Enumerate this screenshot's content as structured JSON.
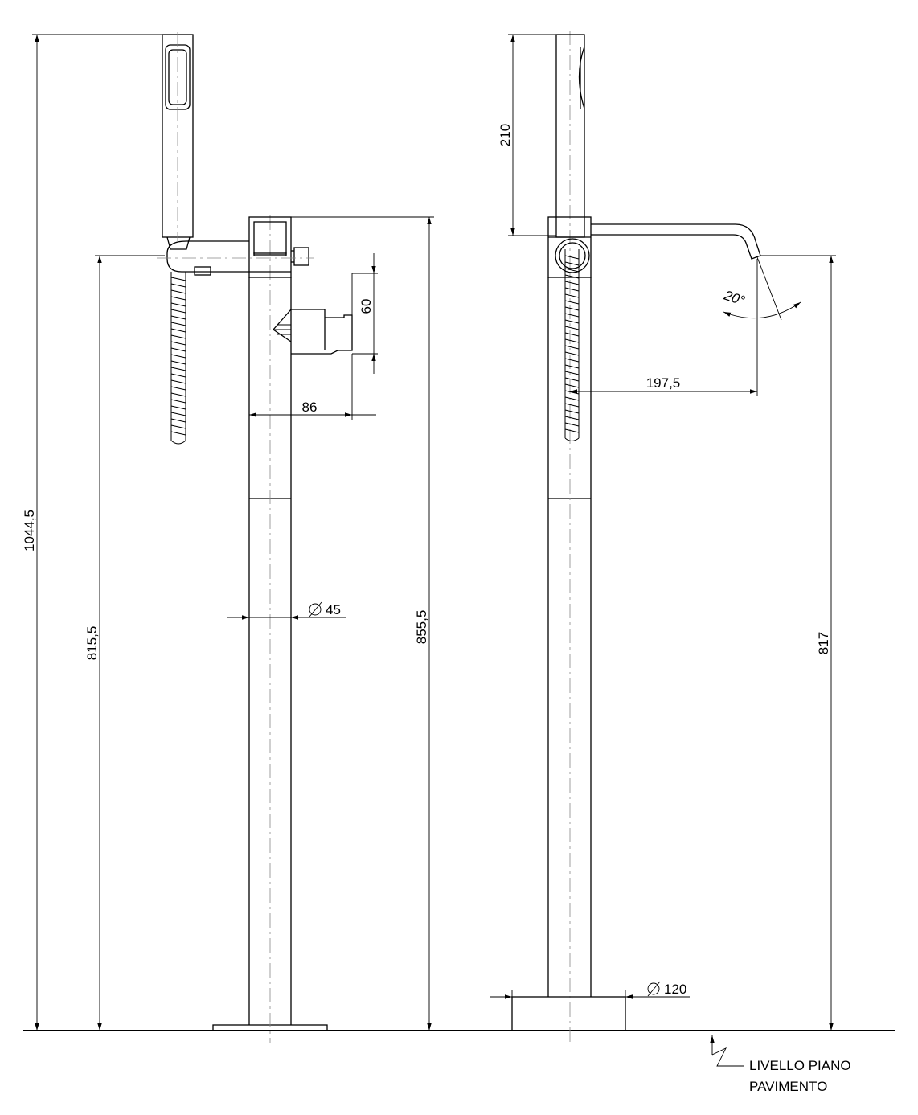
{
  "dimensions": {
    "total_height": "1044,5",
    "handshower_holder_height": "815,5",
    "spout_height_front": "855,5",
    "lever_height": "60",
    "lever_projection": "86",
    "column_diameter": "45",
    "handshower_length": "210",
    "spout_reach": "197,5",
    "spout_angle": "20°",
    "spout_outlet_height": "817",
    "base_diameter": "120"
  },
  "floor_label": {
    "line1": "LIVELLO PIANO",
    "line2": "PAVIMENTO"
  }
}
